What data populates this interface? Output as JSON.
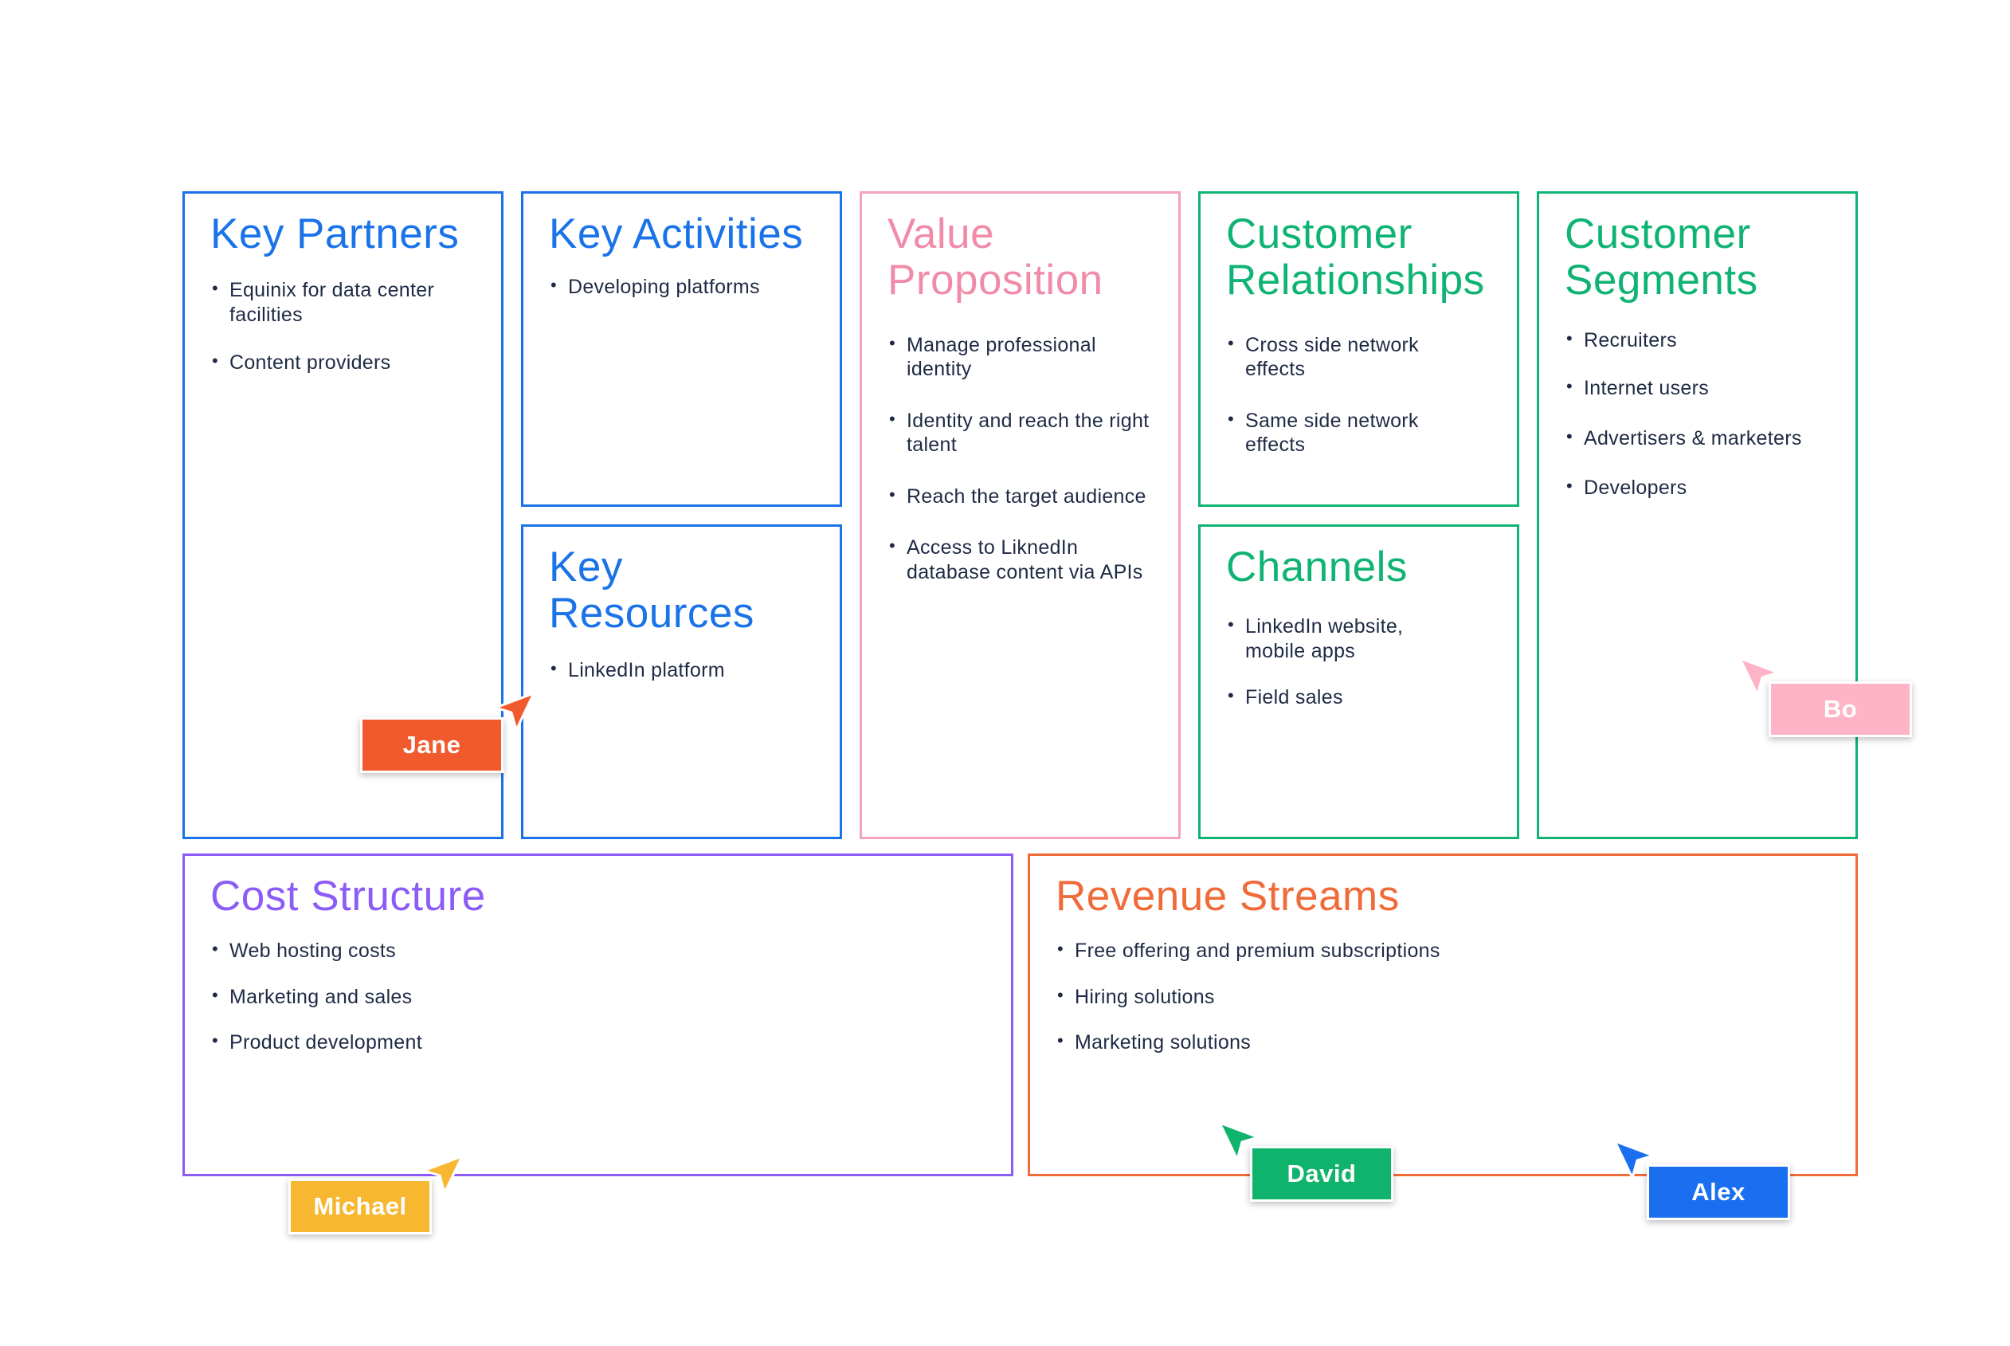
{
  "colors": {
    "blue": "#1a73e8",
    "pink": "#f08ca9",
    "green": "#0fb374",
    "purple": "#8b5cf6",
    "orange": "#f06a3a"
  },
  "blocks": {
    "key_partners": {
      "title": "Key Partners",
      "items": [
        "Equinix for data center facilities",
        "Content providers"
      ]
    },
    "key_activities": {
      "title": "Key Activities",
      "items": [
        "Developing platforms"
      ]
    },
    "key_resources": {
      "title": "Key Resources",
      "items": [
        "LinkedIn platform"
      ]
    },
    "value_proposition": {
      "title": "Value Proposition",
      "items": [
        "Manage professional identity",
        "Identity and reach the right talent",
        "Reach the target audience",
        "Access to LiknedIn database content via APIs"
      ]
    },
    "customer_relationships": {
      "title": "Customer Relationships",
      "items": [
        "Cross side network effects",
        "Same side network effects"
      ]
    },
    "channels": {
      "title": "Channels",
      "items": [
        "LinkedIn website, mobile apps",
        "Field sales"
      ]
    },
    "customer_segments": {
      "title": "Customer Segments",
      "items": [
        "Recruiters",
        "Internet users",
        "Advertisers & marketers",
        "Developers"
      ]
    },
    "cost_structure": {
      "title": "Cost Structure",
      "items": [
        "Web hosting costs",
        "Marketing and sales",
        "Product development"
      ]
    },
    "revenue_streams": {
      "title": "Revenue Streams",
      "items": [
        "Free offering and premium subscriptions",
        "Hiring solutions",
        "Marketing solutions"
      ]
    }
  },
  "collaborators": [
    {
      "name": "Jane",
      "color": "#f05a2c",
      "icon": "cursor-arrow-icon"
    },
    {
      "name": "Bo",
      "color": "#ffb3c6",
      "icon": "cursor-arrow-icon"
    },
    {
      "name": "Michael",
      "color": "#f7b731",
      "icon": "cursor-arrow-icon"
    },
    {
      "name": "David",
      "color": "#0fb36b",
      "icon": "cursor-arrow-icon"
    },
    {
      "name": "Alex",
      "color": "#1a6ff0",
      "icon": "cursor-arrow-icon"
    }
  ]
}
